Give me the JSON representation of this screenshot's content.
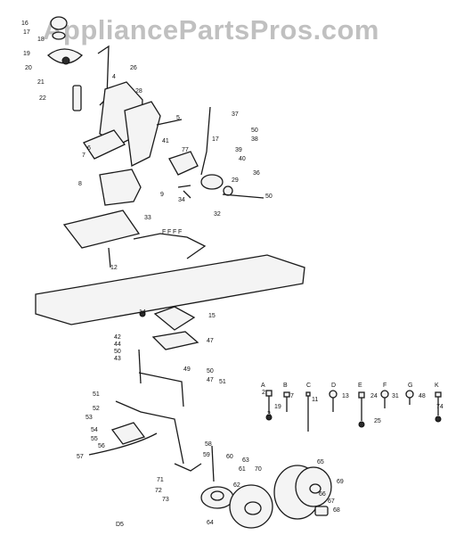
{
  "watermark": "AppliancePartsPros.com",
  "section_label": "D5",
  "callouts": [
    "16",
    "17",
    "18",
    "19",
    "20",
    "21",
    "22",
    "26",
    "4",
    "28",
    "5",
    "37",
    "50",
    "38",
    "39",
    "40",
    "36",
    "29",
    "34",
    "50",
    "32",
    "41",
    "77",
    "6",
    "7",
    "8",
    "9",
    "33",
    "12",
    "14",
    "15",
    "42",
    "44",
    "50",
    "47",
    "43",
    "51",
    "49",
    "50",
    "47",
    "51",
    "52",
    "53",
    "54",
    "55",
    "56",
    "57",
    "58",
    "59",
    "60",
    "61",
    "62",
    "63",
    "64",
    "65",
    "66",
    "67",
    "68",
    "69",
    "70",
    "71",
    "72",
    "73",
    "74",
    "2",
    "3",
    "7",
    "11",
    "13",
    "24",
    "25",
    "31",
    "48",
    "19",
    "17"
  ],
  "hardware_letters": [
    "A",
    "B",
    "C",
    "D",
    "E",
    "F",
    "G",
    "K"
  ],
  "frame_letters": [
    "F",
    "F",
    "F",
    "F"
  ],
  "colors": {
    "ink": "#1a1a1a",
    "paper": "#ffffff",
    "watermark": "#8c8c8c"
  }
}
